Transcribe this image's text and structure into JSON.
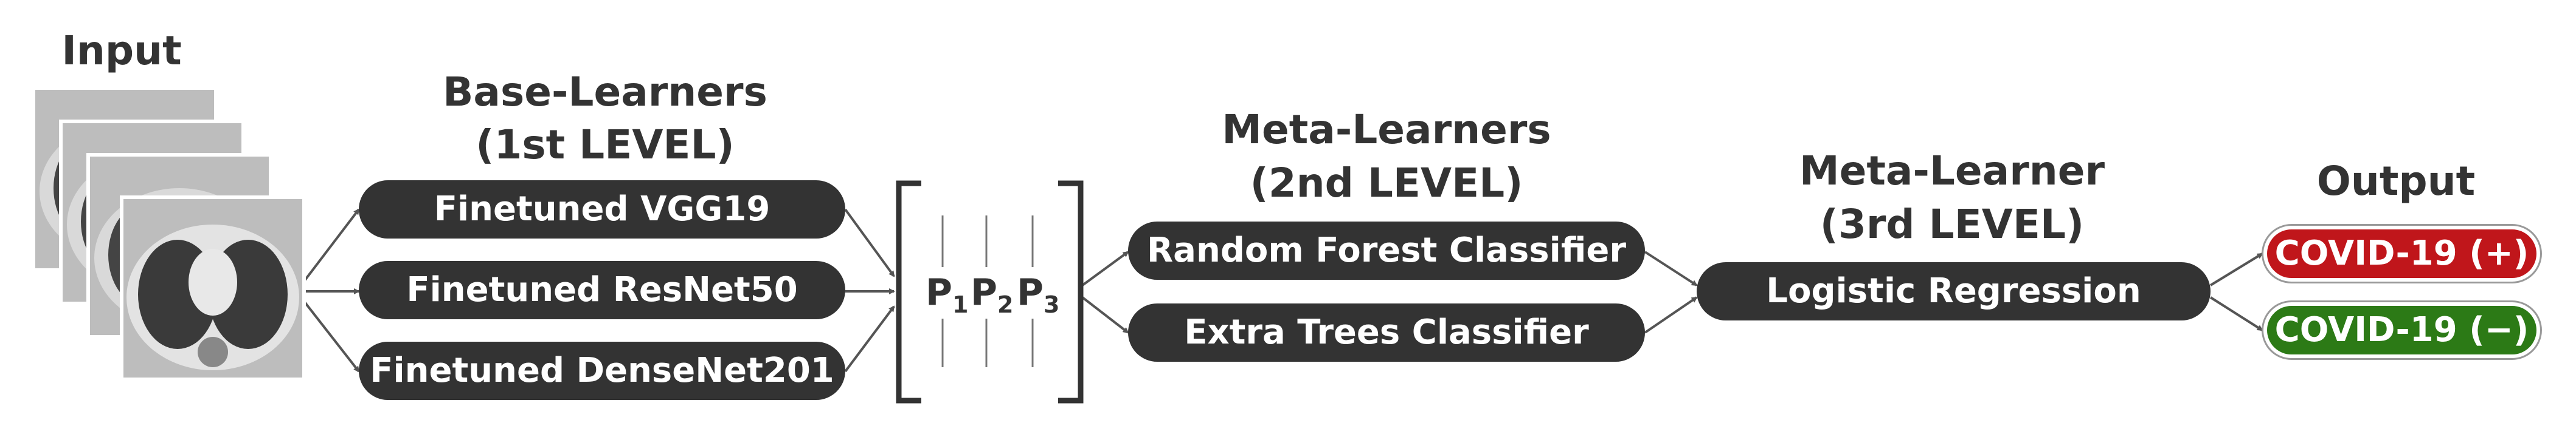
{
  "colors": {
    "dark": "#333333",
    "positive": "#c0161b",
    "negative": "#2c7a16"
  },
  "input": {
    "title": "Input",
    "image_icon": "ct-scan-stack-icon"
  },
  "base": {
    "title1": "Base-Learners",
    "title2": "(1st LEVEL)",
    "items": [
      "Finetuned VGG19",
      "Finetuned ResNet50",
      "Finetuned DenseNet201"
    ]
  },
  "pvec": {
    "p1": "P",
    "s1": "1",
    "p2": "P",
    "s2": "2",
    "p3": "P",
    "s3": "3"
  },
  "meta2": {
    "title1": "Meta-Learners",
    "title2": "(2nd LEVEL)",
    "items": [
      "Random Forest Classifier",
      "Extra Trees Classifier"
    ]
  },
  "meta3": {
    "title1": "Meta-Learner",
    "title2": "(3rd LEVEL)",
    "item": "Logistic Regression"
  },
  "output": {
    "title": "Output",
    "positive": "COVID-19 (+)",
    "negative": "COVID-19 (−)"
  }
}
